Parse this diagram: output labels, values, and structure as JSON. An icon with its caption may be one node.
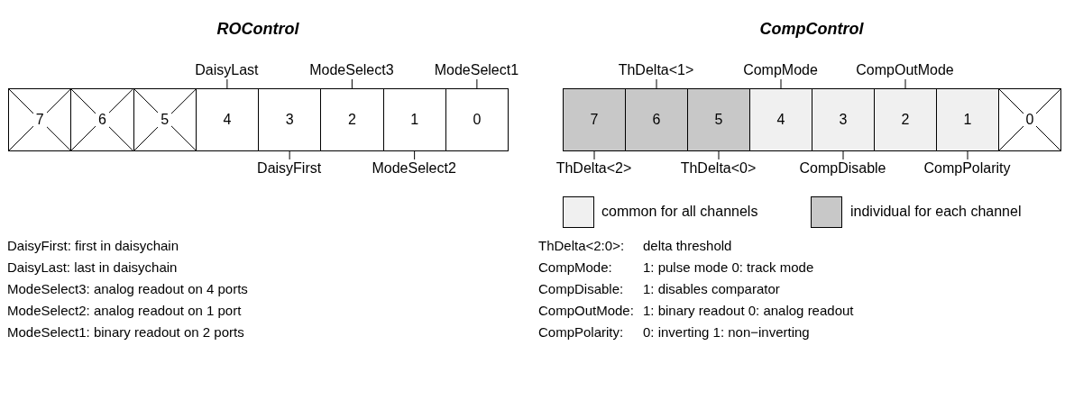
{
  "diagram": {
    "nodes": [
      {
        "text": [
          "7"
        ]
      },
      {
        "text": [
          "6"
        ]
      },
      {
        "text": [
          "5"
        ]
      },
      {
        "text": [
          "4"
        ]
      },
      {
        "text": [
          "3"
        ]
      },
      {
        "text": [
          "2"
        ]
      },
      {
        "text": [
          "1"
        ]
      },
      {
        "text": [
          "0"
        ]
      },
      {
        "text": [
          "DaisyLast"
        ]
      },
      {
        "text": [
          "ModeSelect3"
        ]
      },
      {
        "text": [
          "ModeSelect1"
        ]
      },
      {
        "text": [
          "DaisyFirst"
        ]
      },
      {
        "text": [
          "ModeSelect2"
        ]
      },
      {
        "text": [
          "7"
        ]
      },
      {
        "text": [
          "6"
        ]
      },
      {
        "text": [
          "5"
        ]
      },
      {
        "text": [
          "4"
        ]
      },
      {
        "text": [
          "3"
        ]
      },
      {
        "text": [
          "2"
        ]
      },
      {
        "text": [
          "1"
        ]
      },
      {
        "text": [
          "0"
        ]
      },
      {
        "text": [
          "ThDelta<1>"
        ]
      },
      {
        "text": [
          "CompMode"
        ]
      },
      {
        "text": [
          "CompOutMode"
        ]
      },
      {
        "text": [
          "ThDelta<2>"
        ]
      },
      {
        "text": [
          "ThDelta<0>"
        ]
      },
      {
        "text": [
          "CompDisable"
        ]
      },
      {
        "text": [
          "CompPolarity"
        ]
      }
    ],
    "edges": [
      {
        "from": 8,
        "to": 3,
        "arrow": "none"
      },
      {
        "from": 9,
        "to": 5,
        "arrow": "none"
      },
      {
        "from": 10,
        "to": 7,
        "arrow": "none"
      },
      {
        "from": 11,
        "to": 4,
        "arrow": "none"
      },
      {
        "from": 12,
        "to": 6,
        "arrow": "none"
      },
      {
        "from": 21,
        "to": 14,
        "arrow": "none"
      },
      {
        "from": 22,
        "to": 16,
        "arrow": "none"
      },
      {
        "from": 23,
        "to": 18,
        "arrow": "none"
      },
      {
        "from": 24,
        "to": 13,
        "arrow": "none"
      },
      {
        "from": 25,
        "to": 15,
        "arrow": "none"
      },
      {
        "from": 26,
        "to": 17,
        "arrow": "none"
      },
      {
        "from": 27,
        "to": 19,
        "arrow": "none"
      }
    ],
    "labels": [
      "ROControl",
      "CompControl",
      "DaisyFirst: first in daisychain",
      "DaisyLast: last in daisychain",
      "ModeSelect3: analog readout on 4 ports",
      "ModeSelect2: analog readout on 1 port",
      "ModeSelect1: binary readout on 2 ports",
      "ThDelta<2:0>:",
      "delta threshold",
      "CompMode:",
      "1: pulse mode 0: track mode",
      "CompDisable:",
      "1: disables comparator",
      "CompOutMode:",
      "1: binary readout 0: analog readout",
      "CompPolarity:",
      "0: inverting 1: non−inverting"
    ],
    "legend": [
      {
        "text": "common for all channels",
        "color": "#f0f0f0"
      },
      {
        "text": "individual for each channel",
        "color": "#c8c8c8"
      }
    ]
  }
}
